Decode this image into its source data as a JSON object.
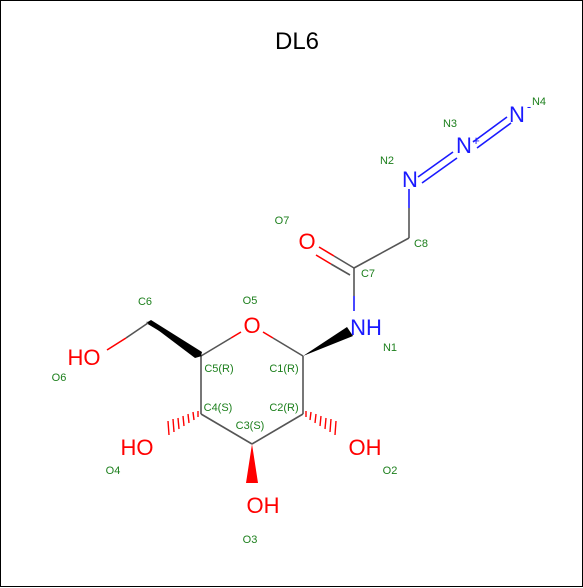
{
  "title": "DL6",
  "colors": {
    "carbon_bond": "#555555",
    "oxygen": "#ff0000",
    "nitrogen": "#1a1aff",
    "atom_label": "#1c7f1c",
    "title": "#000000",
    "frame": "#000000"
  },
  "atoms": {
    "ring_oxygen": "O",
    "amide_oxygen": "O",
    "nh": "NH",
    "ho6": "HO",
    "ho4": "HO",
    "oh2": "OH",
    "oh3": "OH",
    "azide_n_left": "N",
    "azide_n_mid": "N",
    "azide_n_mid_charge": "+",
    "azide_n_right": "N",
    "azide_n_right_charge": "-"
  },
  "labels": {
    "n1": "N1",
    "n2": "N2",
    "n3": "N3",
    "n4": "N4",
    "o2": "O2",
    "o3": "O3",
    "o4": "O4",
    "o5": "O5",
    "o6": "O6",
    "o7": "O7",
    "c1": "C1(R)",
    "c2": "C2(R)",
    "c3": "C3(S)",
    "c4": "C4(S)",
    "c5": "C5(R)",
    "c6": "C6",
    "c7": "C7",
    "c8": "C8"
  }
}
